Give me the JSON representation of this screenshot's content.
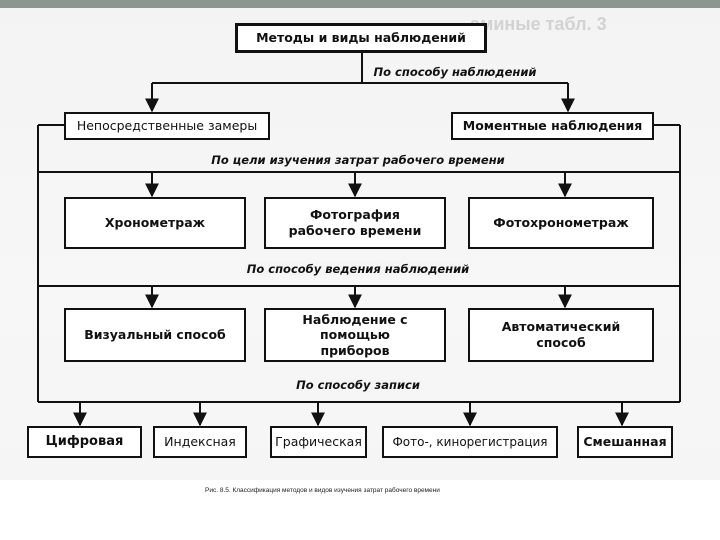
{
  "diagram": {
    "root": "Методы и виды наблюдений",
    "edge_labels": {
      "by_method": "По способу наблюдений",
      "by_purpose": "По цели изучения затрат рабочего времени",
      "by_conduct": "По способу ведения наблюдений",
      "by_recording": "По способу записи"
    },
    "level1": [
      "Непосредственные замеры",
      "Моментные наблюдения"
    ],
    "level2": [
      "Хронометраж",
      "Фотография рабочего времени",
      "Фотохронометраж"
    ],
    "level3": [
      "Визуальный способ",
      "Наблюдение с помощью приборов",
      "Автоматический способ"
    ],
    "level4": [
      "Цифровая",
      "Индексная",
      "Графическая",
      "Фото-, кинорегистрация",
      "Смешанная"
    ]
  },
  "caption": "Рис. 8.5. Классификация методов и видов изучения затрат рабочего времени"
}
